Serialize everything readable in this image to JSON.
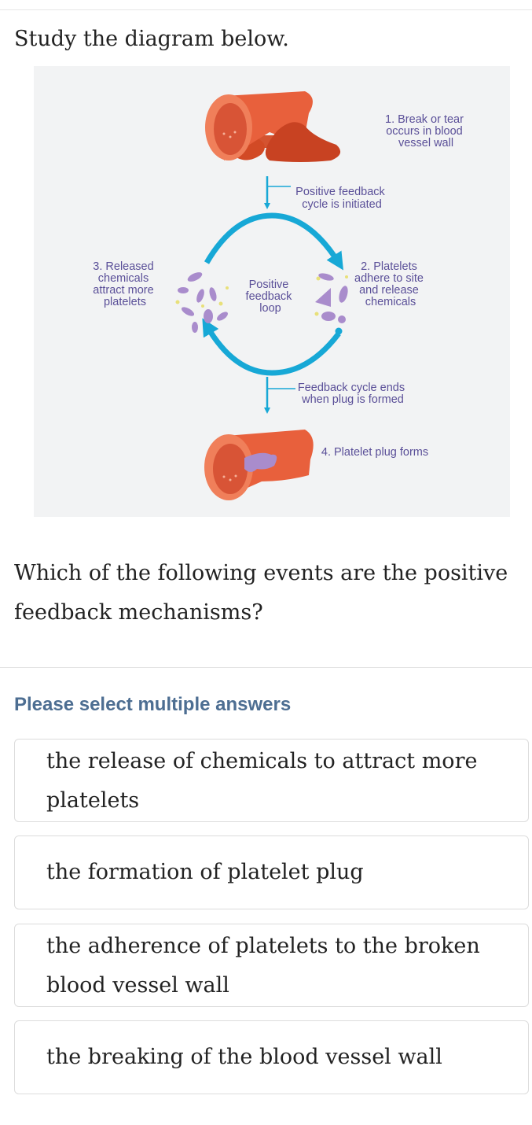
{
  "prompt": "Study the diagram below.",
  "diagram": {
    "step1": [
      "1. Break or tear",
      "occurs in blood",
      "vessel wall"
    ],
    "initiated": [
      "Positive feedback",
      "cycle is initiated"
    ],
    "step2": [
      "2. Platelets",
      "adhere to site",
      "and release",
      "chemicals"
    ],
    "step3": [
      "3. Released",
      "chemicals",
      "attract more",
      "platelets"
    ],
    "loop": [
      "Positive",
      "feedback",
      "loop"
    ],
    "ends": [
      "Feedback cycle ends",
      "when plug is formed"
    ],
    "step4": "4. Platelet plug forms"
  },
  "question": "Which of the following events are the positive feedback mechanisms?",
  "instruction": "Please select multiple answers",
  "options": [
    "the release of chemicals to attract more platelets",
    "the formation of platelet plug",
    "the adherence of platelets to the broken blood vessel wall",
    "the breaking of the blood vessel wall"
  ],
  "colors": {
    "vessel": "#e8603c",
    "blood": "#d24a25",
    "cycle_arrow": "#17a8d6",
    "label_text": "#5a4f98",
    "platelet": "#a98ccc",
    "instruction": "#4d6e92"
  }
}
